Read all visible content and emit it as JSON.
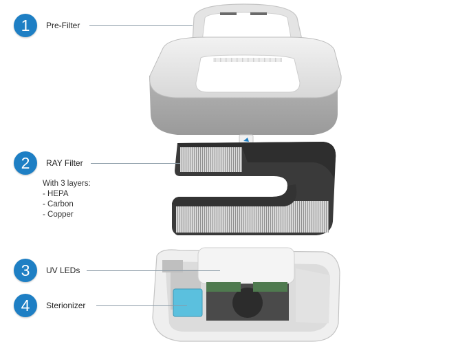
{
  "colors": {
    "badge": "#1e7fc4",
    "leader": "#8a9aa6",
    "fabric": "#a9a9a9",
    "plastic": "#e6e6e6",
    "filter_frame": "#3a3a3a",
    "uv_module": "#5bc0de"
  },
  "callouts": [
    {
      "number": "1",
      "label": "Pre-Filter"
    },
    {
      "number": "2",
      "label": "RAY Filter"
    },
    {
      "number": "3",
      "label": "UV LEDs"
    },
    {
      "number": "4",
      "label": "Sterionizer"
    }
  ],
  "ray_filter_details": {
    "heading": "With 3 layers:",
    "layers": [
      "- HEPA",
      "- Carbon",
      "- Copper"
    ]
  }
}
